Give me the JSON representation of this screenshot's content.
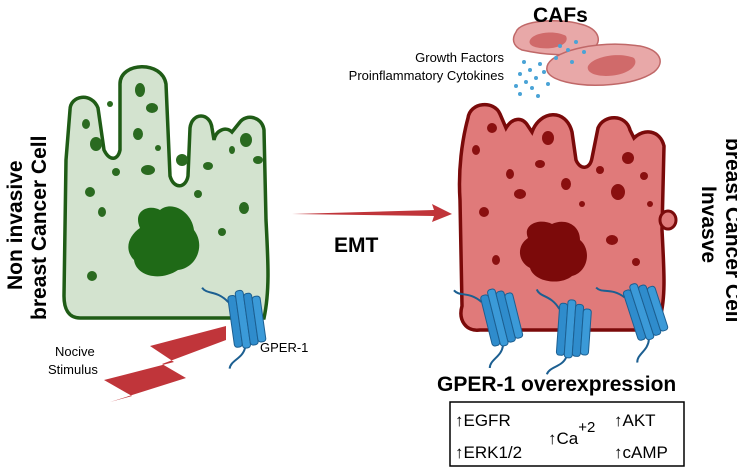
{
  "diagram": {
    "left_cell_label_line1": "Non invasive",
    "left_cell_label_line2": "breast Cancer Cell",
    "right_cell_label_line1": "Invasve",
    "right_cell_label_line2": "breast Cancer Cell",
    "transition_label": "EMT",
    "stimulus_line1": "Nocive",
    "stimulus_line2": "Stimulus",
    "receptor_label": "GPER-1",
    "cafs_label": "CAFs",
    "secreted_line1": "Growth Factors",
    "secreted_line2": "Proinflammatory Cytokines",
    "overexpression_label": "GPER-1 overexpression",
    "effects": {
      "egfr": "↑EGFR",
      "erk": "↑ERK1/2",
      "ca": "↑Ca",
      "ca_sup": "+2",
      "akt": "↑AKT",
      "camp": "↑cAMP"
    }
  },
  "colors": {
    "healthy_fill": "#d3e3cf",
    "healthy_stroke": "#1f5c16",
    "healthy_nucleus": "#1f6a17",
    "invasive_fill": "#e07a7a",
    "invasive_stroke": "#7a0a0a",
    "invasive_nucleus": "#7c0a0a",
    "receptor": "#2f8ccc",
    "arrow": "#c0353a",
    "caf_fill": "#e8a8a8",
    "caf_nucleus": "#d06a6a",
    "dots": "#4aa3d6"
  }
}
